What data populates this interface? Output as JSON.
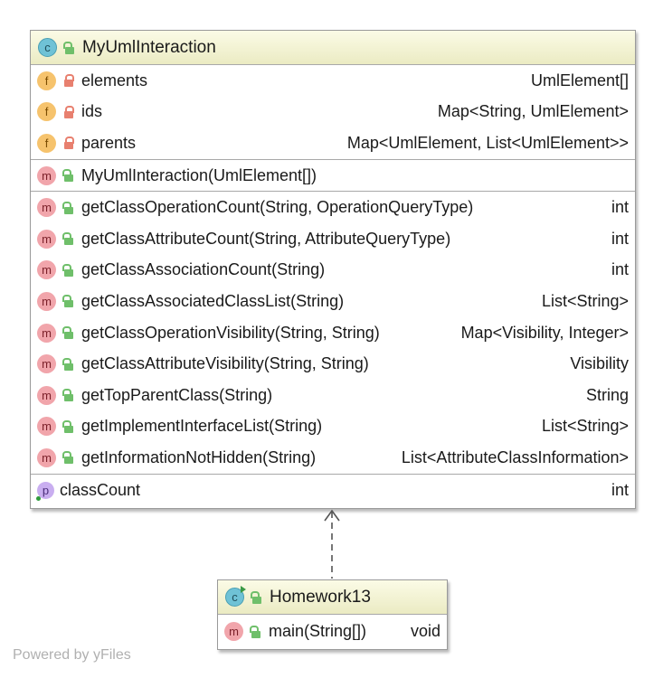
{
  "main_class": {
    "kind_icon": "class-icon",
    "name": "MyUmlInteraction",
    "fields": [
      {
        "name": "elements",
        "type": "UmlElement[]",
        "icon": "field-icon",
        "visibility": "private-lock-icon"
      },
      {
        "name": "ids",
        "type": "Map<String, UmlElement>",
        "icon": "field-icon",
        "visibility": "private-lock-icon"
      },
      {
        "name": "parents",
        "type": "Map<UmlElement, List<UmlElement>>",
        "icon": "field-icon",
        "visibility": "private-lock-icon"
      }
    ],
    "constructors": [
      {
        "name": "MyUmlInteraction(UmlElement[])",
        "type": ""
      }
    ],
    "methods": [
      {
        "name": "getClassOperationCount(String, OperationQueryType)",
        "type": "int"
      },
      {
        "name": "getClassAttributeCount(String, AttributeQueryType)",
        "type": "int"
      },
      {
        "name": "getClassAssociationCount(String)",
        "type": "int"
      },
      {
        "name": "getClassAssociatedClassList(String)",
        "type": "List<String>"
      },
      {
        "name": "getClassOperationVisibility(String, String)",
        "type": "Map<Visibility, Integer>"
      },
      {
        "name": "getClassAttributeVisibility(String, String)",
        "type": "Visibility"
      },
      {
        "name": "getTopParentClass(String)",
        "type": "String"
      },
      {
        "name": "getImplementInterfaceList(String)",
        "type": "List<String>"
      },
      {
        "name": "getInformationNotHidden(String)",
        "type": "List<AttributeClassInformation>"
      }
    ],
    "properties": [
      {
        "name": "classCount",
        "type": "int"
      }
    ]
  },
  "sub_class": {
    "kind_icon": "runnable-class-icon",
    "name": "Homework13",
    "methods": [
      {
        "name": "main(String[])",
        "type": "void"
      }
    ]
  },
  "badges": {
    "class": "c",
    "field": "f",
    "method": "m",
    "property": "p"
  },
  "relation": {
    "type": "dependency",
    "style": "dashed-open-arrow"
  },
  "footer": "Powered by yFiles",
  "colors": {
    "header_top": "#fbfbe6",
    "header_bottom": "#ebebc3",
    "border": "#9a9a9a",
    "class_badge": "#6fc2d6",
    "field_badge": "#f6c36d",
    "method_badge": "#f1a5ab",
    "property_badge": "#c9aef0",
    "public_lock": "#6fbf6a",
    "private_lock": "#e8806f"
  }
}
